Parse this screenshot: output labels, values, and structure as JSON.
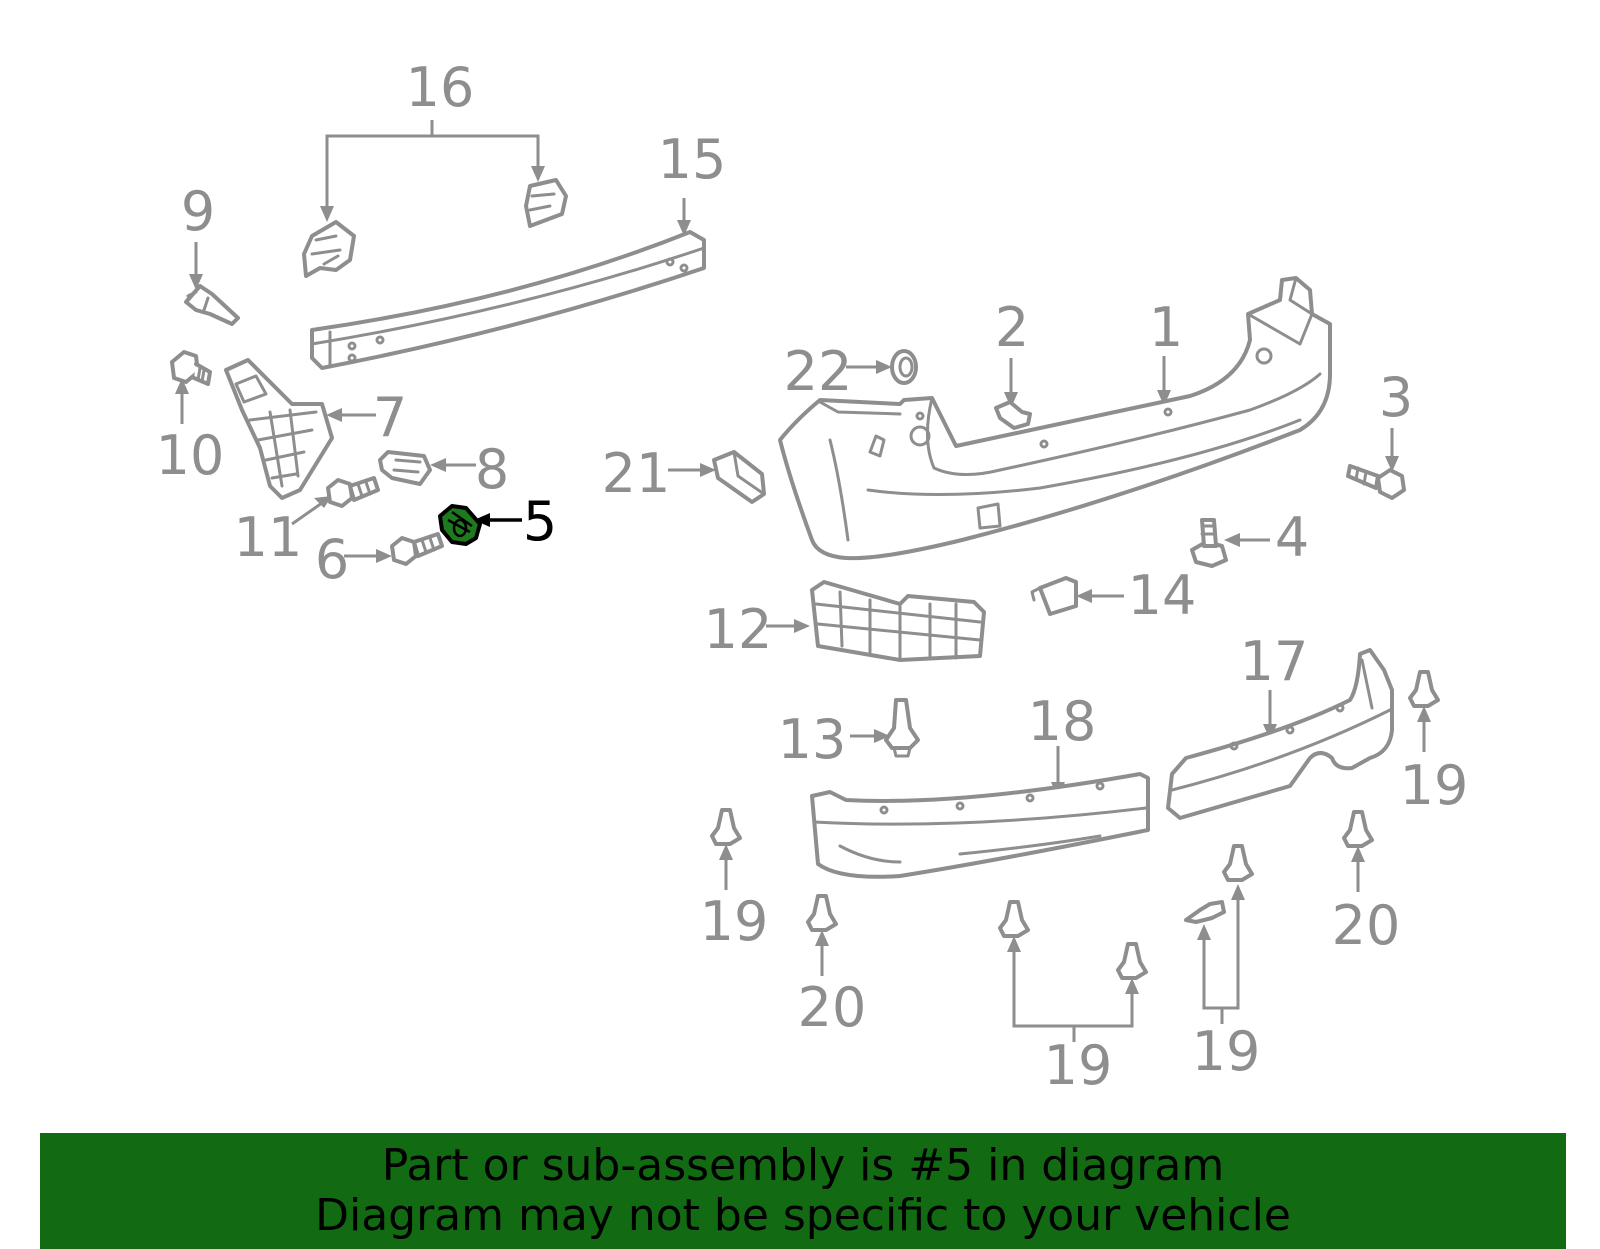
{
  "diagram": {
    "highlighted_part": "5",
    "highlight_color": "#1e7a1e",
    "line_color": "#8e8e8e",
    "callouts": [
      "1",
      "2",
      "3",
      "4",
      "5",
      "6",
      "7",
      "8",
      "9",
      "10",
      "11",
      "12",
      "13",
      "14",
      "15",
      "16",
      "17",
      "18",
      "19",
      "19",
      "19",
      "19",
      "19",
      "20",
      "20",
      "21",
      "22"
    ]
  },
  "banner": {
    "background": "#126a12",
    "line1": "Part or sub-assembly is #5 in diagram",
    "line2": "Diagram may not be specific to your vehicle"
  }
}
